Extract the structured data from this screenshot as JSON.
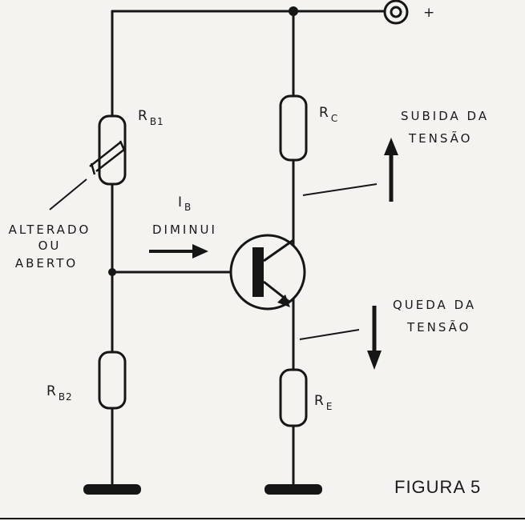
{
  "labels": {
    "plus": "+",
    "rb1_main": "R",
    "rb1_sub": "B1",
    "rc_main": "R",
    "rc_sub": "C",
    "rb2_main": "R",
    "rb2_sub": "B2",
    "re_main": "R",
    "re_sub": "E",
    "ib_main": "I",
    "ib_sub": "B",
    "ib_note": "DIMINUI",
    "fault_line1": "ALTERADO",
    "fault_line2": "OU",
    "fault_line3": "ABERTO",
    "rise_line1": "SUBIDA DA",
    "rise_line2": "TENSÃO",
    "drop_line1": "QUEDA DA",
    "drop_line2": "TENSÃO",
    "figure": "FIGURA 5"
  }
}
